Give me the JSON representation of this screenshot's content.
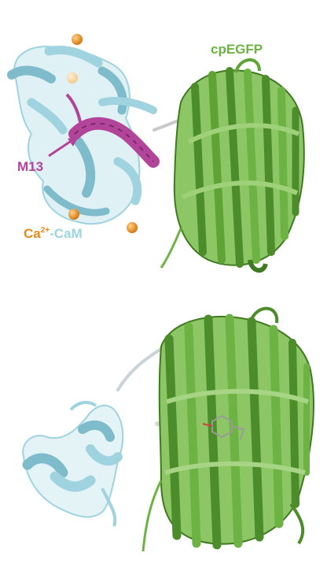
{
  "labels": {
    "cpegfp": "cpEGFP",
    "m13": "M13",
    "ca_base": "Ca",
    "ca_sup": "2+",
    "cam": "-CaM"
  },
  "colors": {
    "cpegfp": "#6db344",
    "cpegfp_dark": "#3f7a22",
    "cam": "#9ed3df",
    "cam_dark": "#5e9fae",
    "m13": "#b2449a",
    "m13_dark": "#7c2a6a",
    "calcium": "#e8891a",
    "chromophore": "#9a9a9a"
  }
}
